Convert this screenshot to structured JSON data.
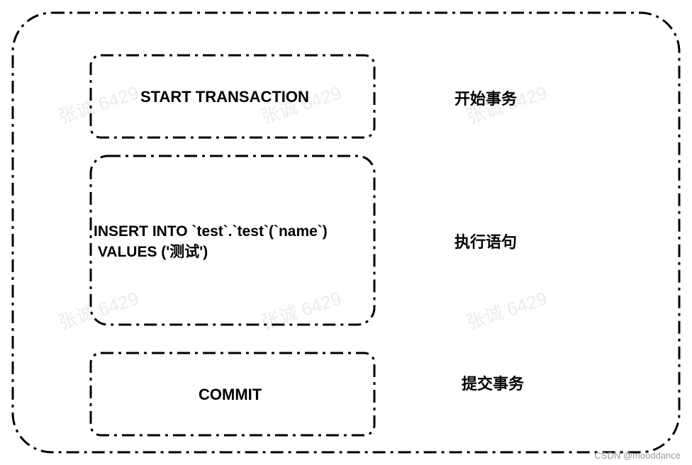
{
  "steps": [
    {
      "code": "START TRANSACTION",
      "label": "开始事务"
    },
    {
      "code": "INSERT INTO `test`.`test`(`name`)\n VALUES ('测试')",
      "label": "执行语句"
    },
    {
      "code": "COMMIT",
      "label": "提交事务"
    }
  ],
  "watermark": "张诚 6429",
  "credit": "CSDN @mooddance",
  "colors": {
    "stroke": "#000000",
    "background": "#ffffff"
  }
}
